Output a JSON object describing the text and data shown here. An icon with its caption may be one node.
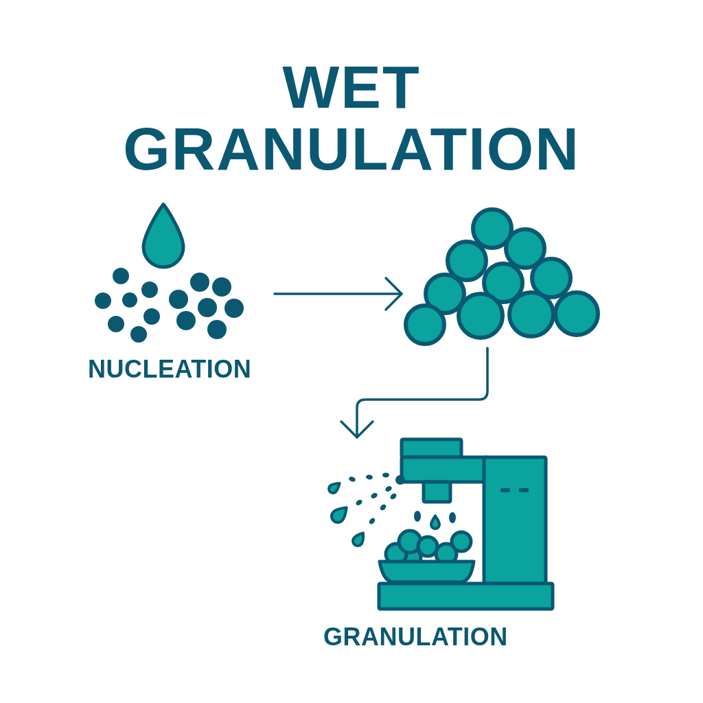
{
  "diagram": {
    "title": "WET GRANULATION",
    "nodes": [
      {
        "text": [
          "NUCLEATION"
        ]
      },
      {
        "text": [],
        "shape": "picture"
      },
      {
        "text": [
          "GRANULATION"
        ]
      }
    ],
    "edges": [
      {
        "from": 0,
        "to": 1,
        "arrow": "to"
      },
      {
        "from": 1,
        "to": 2,
        "arrow": "to"
      }
    ]
  }
}
